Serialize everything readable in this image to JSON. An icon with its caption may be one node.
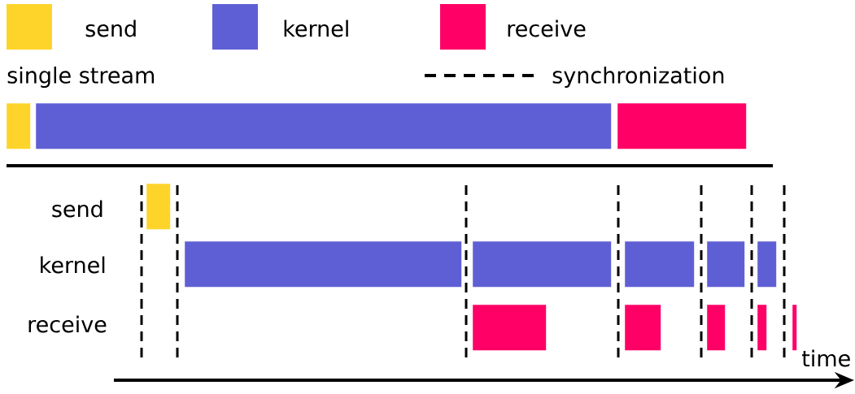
{
  "diagram": {
    "nodes": [
      {
        "text": [],
        "shape": "bar"
      },
      {
        "text": [],
        "shape": "bar"
      },
      {
        "text": [],
        "shape": "bar"
      },
      {
        "text": [],
        "shape": "bar"
      },
      {
        "text": [],
        "shape": "bar"
      },
      {
        "text": [],
        "shape": "bar"
      },
      {
        "text": [],
        "shape": "bar"
      },
      {
        "text": [],
        "shape": "bar"
      },
      {
        "text": [],
        "shape": "bar"
      },
      {
        "text": [],
        "shape": "bar"
      },
      {
        "text": [],
        "shape": "bar"
      },
      {
        "text": [],
        "shape": "bar"
      },
      {
        "text": [],
        "shape": "bar"
      },
      {
        "text": [],
        "shape": "bar"
      }
    ],
    "labels": [
      "single stream",
      "send",
      "kernel",
      "receive",
      "time"
    ],
    "legend": [
      {
        "text": "send",
        "color": "#ffd42a"
      },
      {
        "text": "kernel",
        "color": "#5f5fd5"
      },
      {
        "text": "receive",
        "color": "#ff0066"
      },
      {
        "text": "synchronization"
      }
    ]
  }
}
